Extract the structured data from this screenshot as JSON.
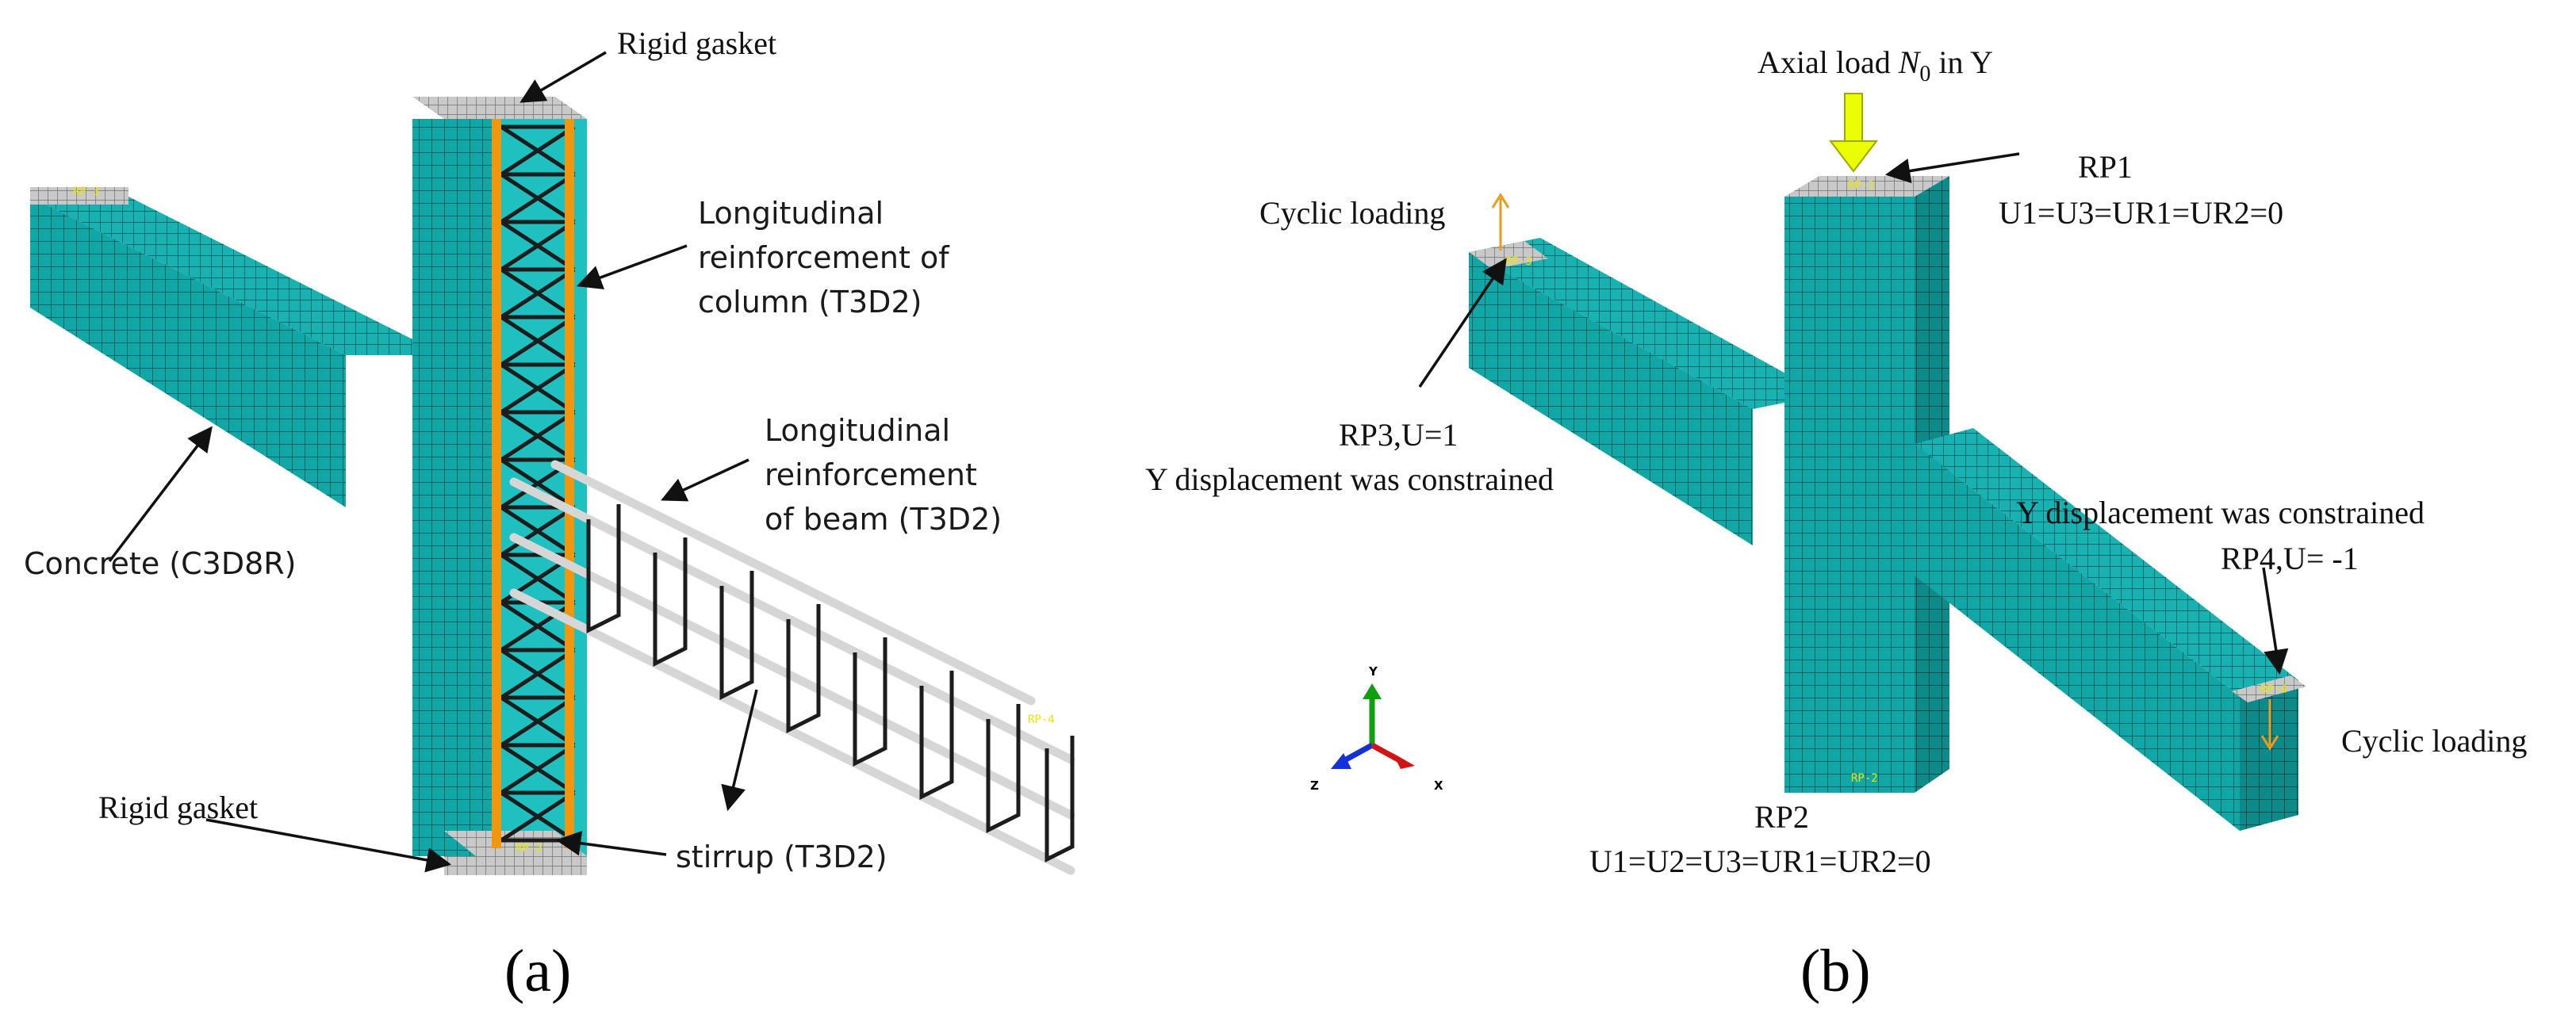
{
  "colors": {
    "concrete": "#12a7a7",
    "mesh_line": "#054d4d",
    "gasket": "#c4c4c4",
    "rebar_orange": "#f0960f",
    "stirrup": "#1c1c1c",
    "rebar_grey": "#d6d6d6",
    "axial_arrow": "#eaff00",
    "cyclic_arrow": "#f09a1c"
  },
  "panel_a": {
    "tag": "(a)",
    "labels": {
      "rigid_gasket_top": "Rigid gasket",
      "col_long_1": "Longitudinal",
      "col_long_2": "reinforcement of",
      "col_long_3": "column (T3D2)",
      "beam_long_1": "Longitudinal",
      "beam_long_2": "reinforcement",
      "beam_long_3": "of beam (T3D2)",
      "concrete": "Concrete (C3D8R)",
      "rigid_gasket_bottom": "Rigid gasket",
      "stirrup": "stirrup (T3D2)"
    }
  },
  "panel_b": {
    "tag": "(b)",
    "axial_prefix": "Axial load ",
    "axial_sym": "N",
    "axial_sub": "0",
    "axial_suffix": " in Y",
    "rp1_1": "RP1",
    "rp1_2": "U1=U3=UR1=UR2=0",
    "cyclic_left": "Cyclic loading",
    "rp3_1": "RP3,U=1",
    "rp3_2": "Y displacement was constrained",
    "ydisp_right": "Y displacement was constrained",
    "rp4": "RP4,U= -1",
    "cyclic_right": "Cyclic loading",
    "rp2_1": "RP2",
    "rp2_2": "U1=U2=U3=UR1=UR2=0",
    "axes": {
      "y": "Y",
      "z": "Z",
      "x": "X"
    }
  }
}
